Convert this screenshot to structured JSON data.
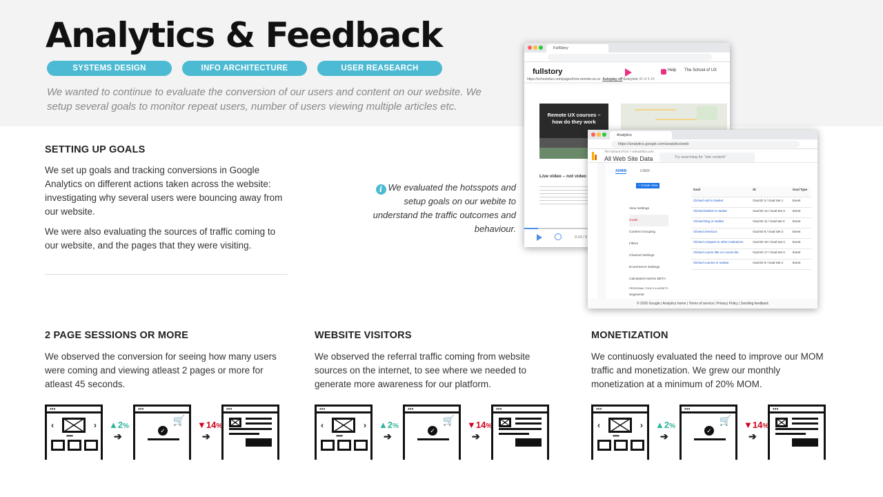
{
  "header": {
    "title": "Analytics & Feedback",
    "tags": [
      "SYSTEMS DESIGN",
      "INFO ARCHITECTURE",
      "USER REASEARCH"
    ],
    "intro": "We wanted to continue to evaluate the conversion of our users and content on our website. We setup several goals to monitor repeat users, number of users viewing multiple articles etc."
  },
  "goals": {
    "heading": "SETTING UP GOALS",
    "p1": "We set up goals and tracking conversions in Google Analytics on different actions taken across the website: investigating why several users were bouncing away from our website.",
    "p2": "We were also evaluating the sources of traffic coming to our website, and the pages that they were visiting."
  },
  "note": "We evaluated the hotsspots and setup goals on our webite to understand the traffic outcomes and behaviour.",
  "fullstory": {
    "tab": "FullStory",
    "logo": "fullstory",
    "help": "Help",
    "org": "The School of UX",
    "url": "https://schoolofux.com/pages/how-remote-ux-co",
    "autoplay": "Autoplay off",
    "everyone": "Everyone",
    "count": "92 of 4.1K",
    "hero": "Remote UX courses – how do they work",
    "live": "Live video – not video re",
    "time": "0:03 / 6"
  },
  "analytics": {
    "tab": "Analytics",
    "url": "https://analytics.google.com/analytics/web",
    "account": "The School of UX > schoolofux.com",
    "view": "All Web Site Data",
    "search": "Try searching for \"site content\"",
    "tabs": [
      "ADMIN",
      "USER"
    ],
    "create_view": "+ Create View",
    "menu": [
      "View Settings",
      "Goals",
      "Content Grouping",
      "Filters",
      "Channel Settings",
      "Ecommerce Settings",
      "Calculated metrics BETA",
      "PERSONAL TOOLS & ASSETS",
      "Segments"
    ],
    "columns": [
      "Goal",
      "ID",
      "Goal Type"
    ],
    "rows": [
      [
        "Clicked Add to basket",
        "Goal ID 3 / Goal Set 1",
        "Event"
      ],
      [
        "Clicked basket in navbar",
        "Goal ID 14 / Goal Set 3",
        "Event"
      ],
      [
        "Clicked blog in navbar",
        "Goal ID 11 / Goal Set 3",
        "Event"
      ],
      [
        "Clicked checkout",
        "Goal ID 8 / Goal Set 2",
        "Event"
      ],
      [
        "Clicked compare to other institutions",
        "Goal ID 19 / Goal Set 4",
        "Event"
      ],
      [
        "Clicked course title on course tile",
        "Goal ID 17 / Goal Set 4",
        "Event"
      ],
      [
        "Clicked courses in navbar",
        "Goal ID 9 / Goal Set 2",
        "Event"
      ]
    ],
    "footer": "© 2020 Google | Analytics home | Terms of service | Privacy Policy | Sending feedback"
  },
  "sections": [
    {
      "heading": "2 PAGE SESSIONS OR MORE",
      "body": "We observed the conversion for seeing how many users were coming and viewing atleast 2 pages or more for atleast 45 seconds."
    },
    {
      "heading": "WEBSITE VISITORS",
      "body": "We observed the referral traffic coming from website sources on the internet, to see where we needed to generate more awareness for our platform."
    },
    {
      "heading": "MONETIZATION",
      "body": "We continuosly evaluated the need to improve our MOM traffic and monetization. We grew our monthly monetization at a minimum of 20% MOM."
    }
  ],
  "flow": {
    "up_value": "2",
    "up_unit": "%",
    "down_value": "14",
    "down_unit": "%"
  },
  "colors": {
    "accent": "#4bbad2",
    "up": "#2fb59a",
    "down": "#d0021b"
  }
}
